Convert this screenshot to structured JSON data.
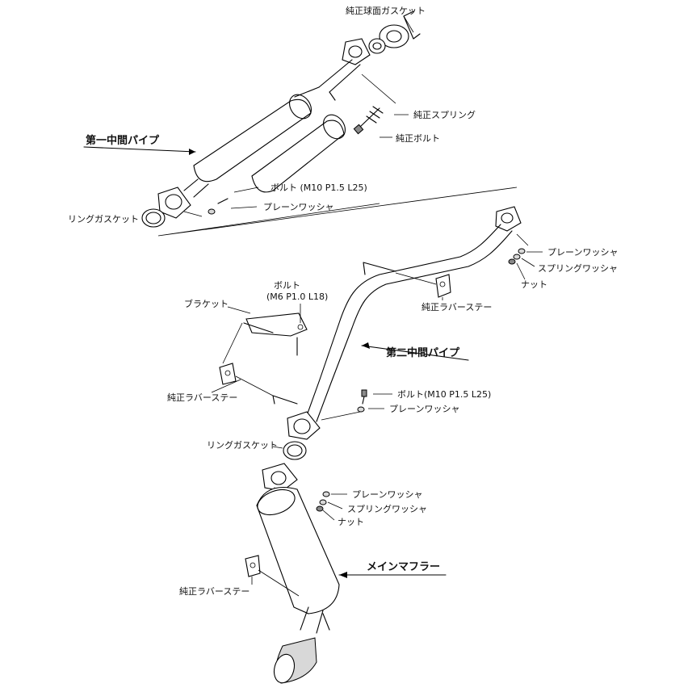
{
  "labels": {
    "gasket_top": "純正球面ガスケット",
    "spring_top": "純正スプリング",
    "bolt_top": "純正ボルト",
    "pipe1": "第一中間パイプ",
    "bolt_m10_a": "ボルト (M10 P1.5 L25)",
    "washer_a": "プレーンワッシャ",
    "ring_gasket_a": "リングガスケット",
    "washer_b": "プレーンワッシャ",
    "spring_washer_b": "スプリングワッシャ",
    "nut_b": "ナット",
    "rubber_stay_a": "純正ラバーステー",
    "bolt_m6_title": "ボルト",
    "bolt_m6_spec": "(M6 P1.0 L18)",
    "bracket": "ブラケット",
    "pipe2": "第二中間パイプ",
    "rubber_stay_b": "純正ラバーステー",
    "bolt_m10_b": "ボルト(M10 P1.5 L25)",
    "washer_c": "プレーンワッシャ",
    "ring_gasket_b": "リングガスケット",
    "washer_d": "プレーンワッシャ",
    "spring_washer_d": "スプリングワッシャ",
    "nut_d": "ナット",
    "main_muffler": "メインマフラー",
    "rubber_stay_c": "純正ラバーステー"
  }
}
